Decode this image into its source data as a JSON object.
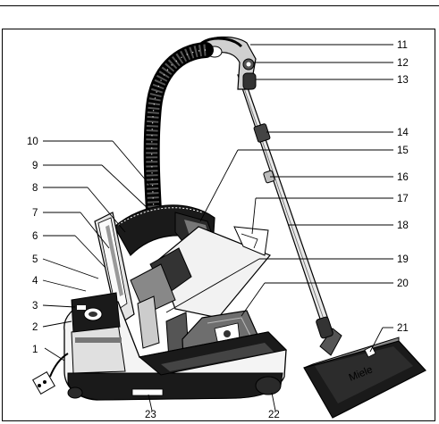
{
  "figure": {
    "title": "Vacuum cleaner parts diagram",
    "callouts": [
      {
        "number": "1"
      },
      {
        "number": "2"
      },
      {
        "number": "3"
      },
      {
        "number": "4"
      },
      {
        "number": "5"
      },
      {
        "number": "6"
      },
      {
        "number": "7"
      },
      {
        "number": "8"
      },
      {
        "number": "9"
      },
      {
        "number": "10"
      },
      {
        "number": "11"
      },
      {
        "number": "12"
      },
      {
        "number": "13"
      },
      {
        "number": "14"
      },
      {
        "number": "15"
      },
      {
        "number": "16"
      },
      {
        "number": "17"
      },
      {
        "number": "18"
      },
      {
        "number": "19"
      },
      {
        "number": "20"
      },
      {
        "number": "21"
      },
      {
        "number": "22"
      },
      {
        "number": "23"
      }
    ],
    "nozzle_logo": "Miele",
    "colors": {
      "ink": "#000000",
      "paper": "#ffffff",
      "shade": "#d8d8d8",
      "dark": "#1a1a1a"
    }
  }
}
